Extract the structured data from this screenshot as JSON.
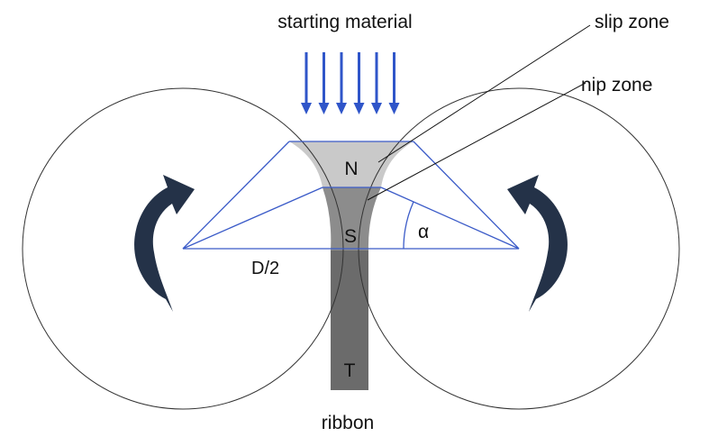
{
  "labels": {
    "starting_material": "starting material",
    "slip_zone": "slip zone",
    "nip_zone": "nip zone",
    "zone_n": "N",
    "zone_s": "S",
    "zone_t": "T",
    "roll_radius": "D/2",
    "angle": "α",
    "ribbon": "ribbon"
  },
  "colors": {
    "roll_outline": "#333333",
    "construction_lines": "#3b5bc8",
    "feed_arrows": "#2f55c9",
    "rotation_arrows": "#243248",
    "zone_n_fill": "#c9c9c9",
    "zone_s_fill": "#8c8c8c",
    "zone_t_fill": "#6b6b6b"
  },
  "feed_arrow_count": 6,
  "icons": {
    "feed_arrow": "down-arrow-icon",
    "left_rotation": "clockwise-rotation-arrow-icon",
    "right_rotation": "counterclockwise-rotation-arrow-icon"
  }
}
